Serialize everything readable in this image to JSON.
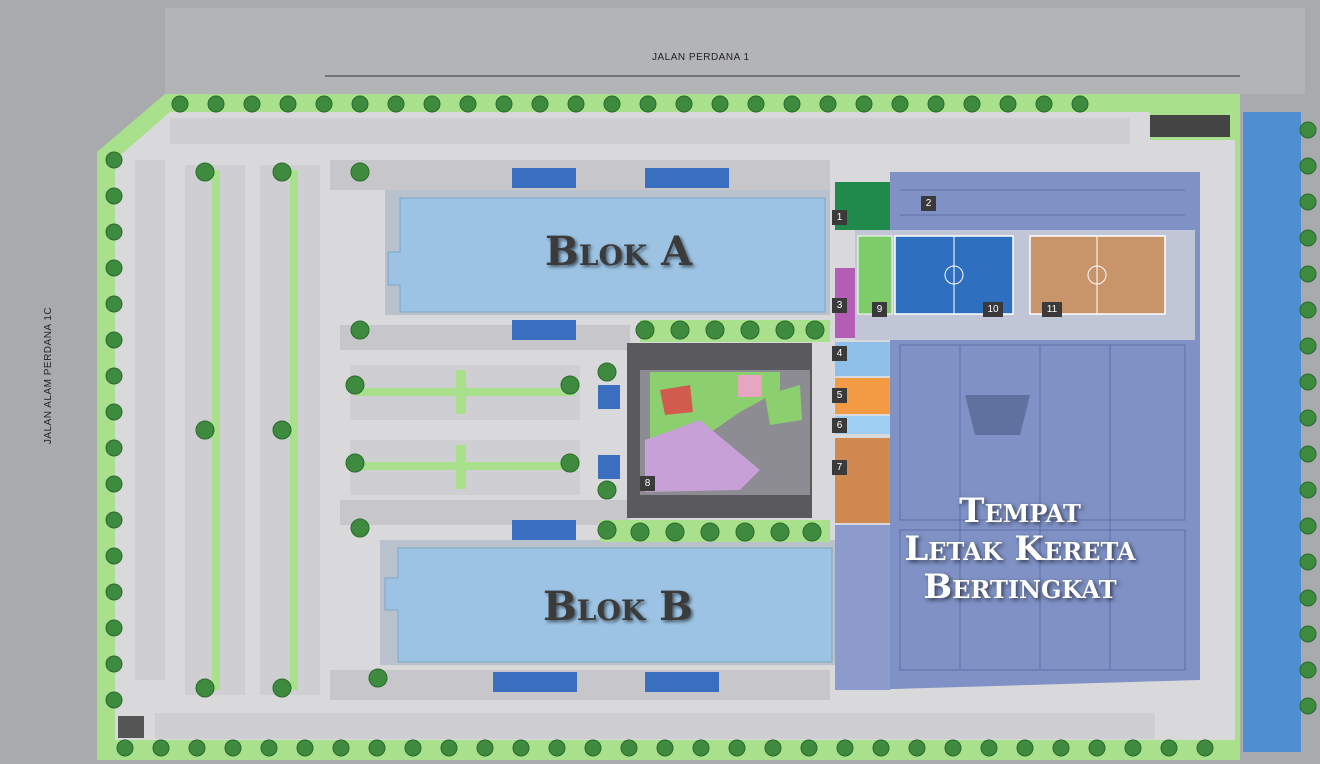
{
  "roads": {
    "north": "JALAN PERDANA 1",
    "west": "JALAN ALAM PERDANA 1C"
  },
  "blocks": {
    "a": "Blok A",
    "b": "Blok B"
  },
  "car_park": {
    "line1": "Tempat",
    "line2": "Letak Kereta",
    "line3": "Bertingkat"
  },
  "facility_numbers": [
    "1",
    "2",
    "3",
    "4",
    "5",
    "6",
    "7",
    "8",
    "9",
    "10",
    "11"
  ],
  "colors": {
    "road": "#a9aaad",
    "hardscape": "#d9d9dc",
    "landscape": "#a8e08c",
    "building": "#9cc3e3",
    "multistorey": "#7f91c5",
    "water": "#4d8fd0",
    "futsal_court": "#2f6fc0",
    "basketball_court": "#c8956a"
  }
}
